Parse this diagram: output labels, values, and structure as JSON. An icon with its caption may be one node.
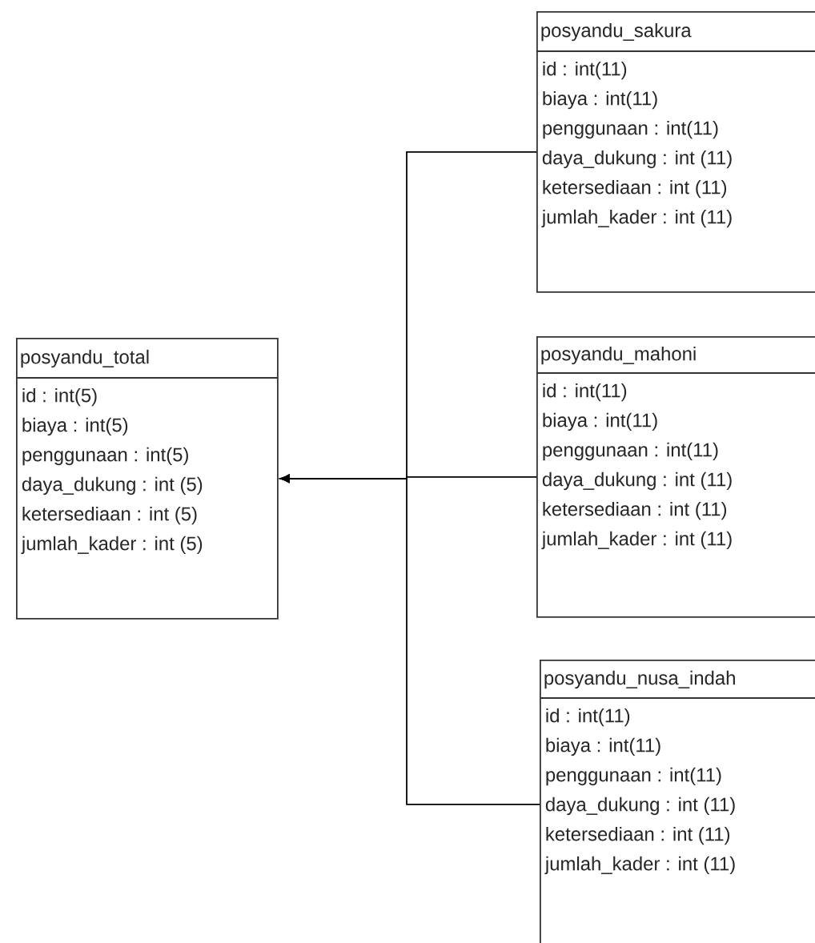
{
  "diagram": {
    "nodes": [
      {
        "text": [
          "posyandu_total",
          "id : int(5)",
          "biaya : int(5)",
          "penggunaan : int(5)",
          "daya_dukung : int (5)",
          "ketersediaan : int (5)",
          "jumlah_kader : int (5)"
        ]
      },
      {
        "text": [
          "posyandu_sakura",
          "id : int(11)",
          "biaya : int(11)",
          "penggunaan : int(11)",
          "daya_dukung : int (11)",
          "ketersediaan : int (11)",
          "jumlah_kader : int (11)"
        ]
      },
      {
        "text": [
          "posyandu_mahoni",
          "id : int(11)",
          "biaya : int(11)",
          "penggunaan : int(11)",
          "daya_dukung : int (11)",
          "ketersediaan : int (11)",
          "jumlah_kader : int (11)"
        ]
      },
      {
        "text": [
          "posyandu_nusa_indah",
          "id : int(11)",
          "biaya : int(11)",
          "penggunaan : int(11)",
          "daya_dukung : int (11)",
          "ketersediaan : int (11)",
          "jumlah_kader : int (11)"
        ]
      }
    ],
    "edges": [
      {
        "from": 1,
        "to": 0,
        "arrow": "to"
      },
      {
        "from": 2,
        "to": 0,
        "arrow": "to"
      },
      {
        "from": 3,
        "to": 0,
        "arrow": "to"
      }
    ]
  }
}
